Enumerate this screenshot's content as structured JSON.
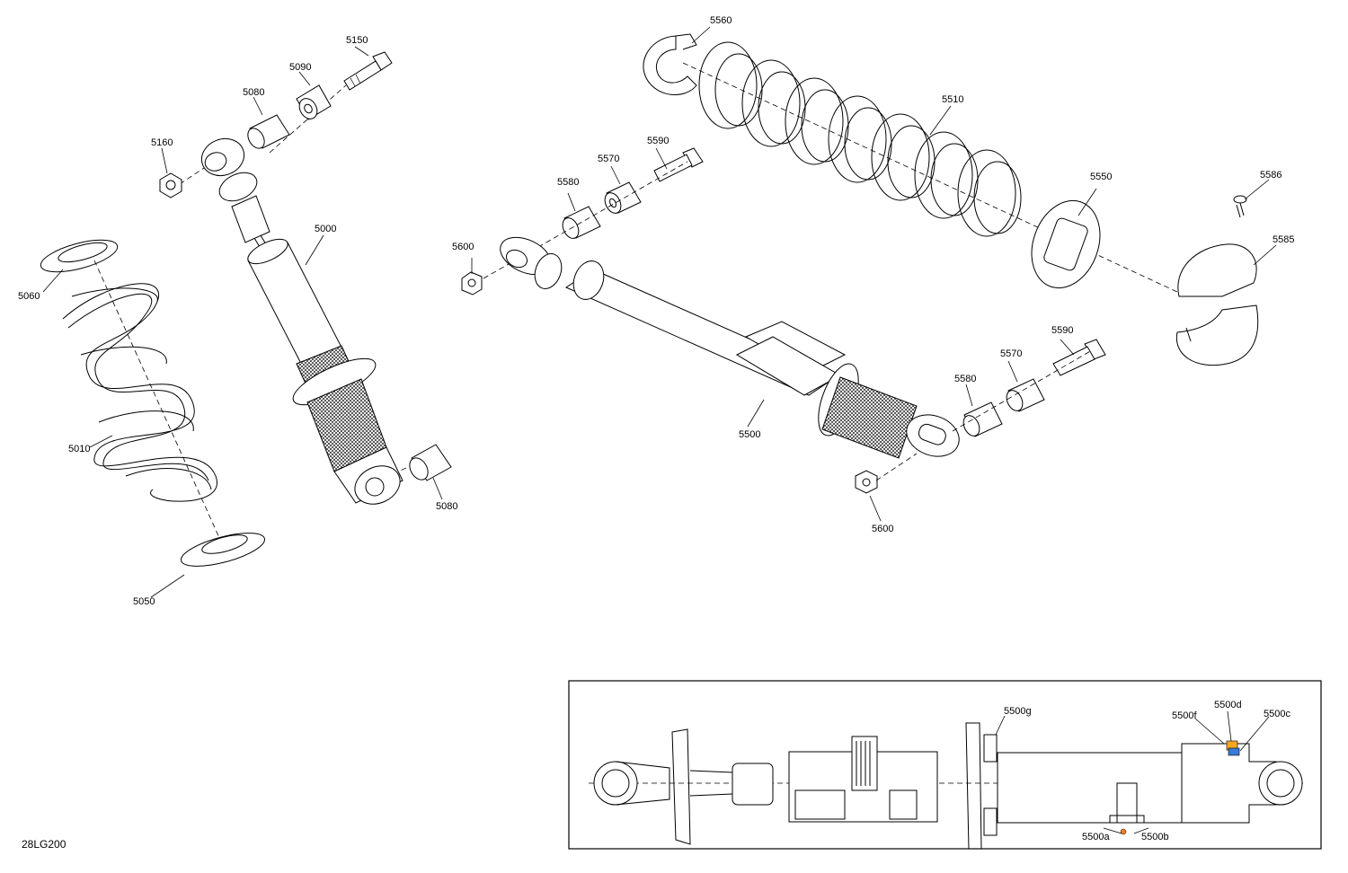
{
  "drawing_id": "28LG200",
  "labels": {
    "l5150": "5150",
    "l5090": "5090",
    "l5080a": "5080",
    "l5160": "5160",
    "l5000": "5000",
    "l5060": "5060",
    "l5010": "5010",
    "l5080b": "5080",
    "l5050": "5050",
    "l5560": "5560",
    "l5510": "5510",
    "l5590a": "5590",
    "l5570a": "5570",
    "l5580a": "5580",
    "l5600a": "5600",
    "l5550": "5550",
    "l5586": "5586",
    "l5585": "5585",
    "l5590b": "5590",
    "l5570b": "5570",
    "l5580b": "5580",
    "l5500": "5500",
    "l5600b": "5600"
  },
  "inset": {
    "l5500g": "5500g",
    "l5500f": "5500f",
    "l5500d": "5500d",
    "l5500c": "5500c",
    "l5500a": "5500a",
    "l5500b": "5500b"
  },
  "colors": {
    "leader_5500f": "#e0303a",
    "leader_5500d": "#f0a020",
    "leader_5500c": "#2a8fd6",
    "leader_5500a": "#f08020",
    "leader_5500b": "#20a0a0",
    "part_5500d_fill": "#f5a623",
    "part_5500c_fill": "#3a7bd5"
  }
}
